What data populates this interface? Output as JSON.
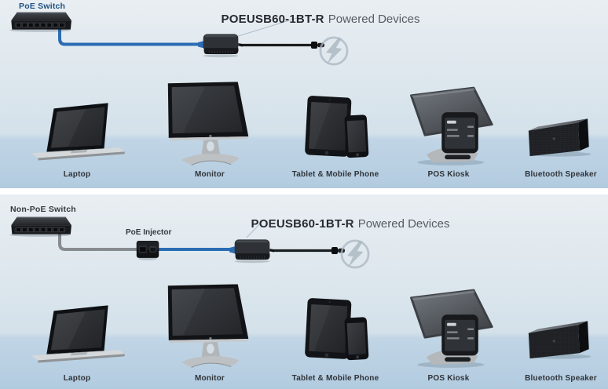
{
  "panels": [
    {
      "name": "poe-switch-scenario",
      "switch_label": "PoE Switch",
      "title": {
        "model": "POEUSB60-1BT-R",
        "suffix": "Powered Devices"
      },
      "devices": [
        {
          "id": "laptop",
          "label": "Laptop"
        },
        {
          "id": "monitor",
          "label": "Monitor"
        },
        {
          "id": "tablet-mobile",
          "label": "Tablet & Mobile Phone"
        },
        {
          "id": "pos-kiosk",
          "label": "POS Kiosk"
        },
        {
          "id": "bluetooth-speaker",
          "label": "Bluetooth Speaker"
        }
      ]
    },
    {
      "name": "non-poe-switch-scenario",
      "switch_label": "Non-PoE Switch",
      "injector_label": "PoE Injector",
      "title": {
        "model": "POEUSB60-1BT-R",
        "suffix": "Powered Devices"
      },
      "devices": [
        {
          "id": "laptop",
          "label": "Laptop"
        },
        {
          "id": "monitor",
          "label": "Monitor"
        },
        {
          "id": "tablet-mobile",
          "label": "Tablet & Mobile Phone"
        },
        {
          "id": "pos-kiosk",
          "label": "POS Kiosk"
        },
        {
          "id": "bluetooth-speaker",
          "label": "Bluetooth Speaker"
        }
      ]
    }
  ],
  "icons": {
    "lightning_icon": "⚡"
  },
  "colors": {
    "poe_cable_blue": "#2b6cb4",
    "ethernet_cable_gray": "#888c90",
    "power_cable_black": "#1b1d1f",
    "poe_switch_label": "#1d5181",
    "non_poe_switch_label": "#35393e",
    "title_model": "#26292f",
    "title_suffix": "#565b62",
    "device_label": "#2f3338",
    "lightning_watermark": "#a9b6c1",
    "divider": "#ffffff"
  }
}
